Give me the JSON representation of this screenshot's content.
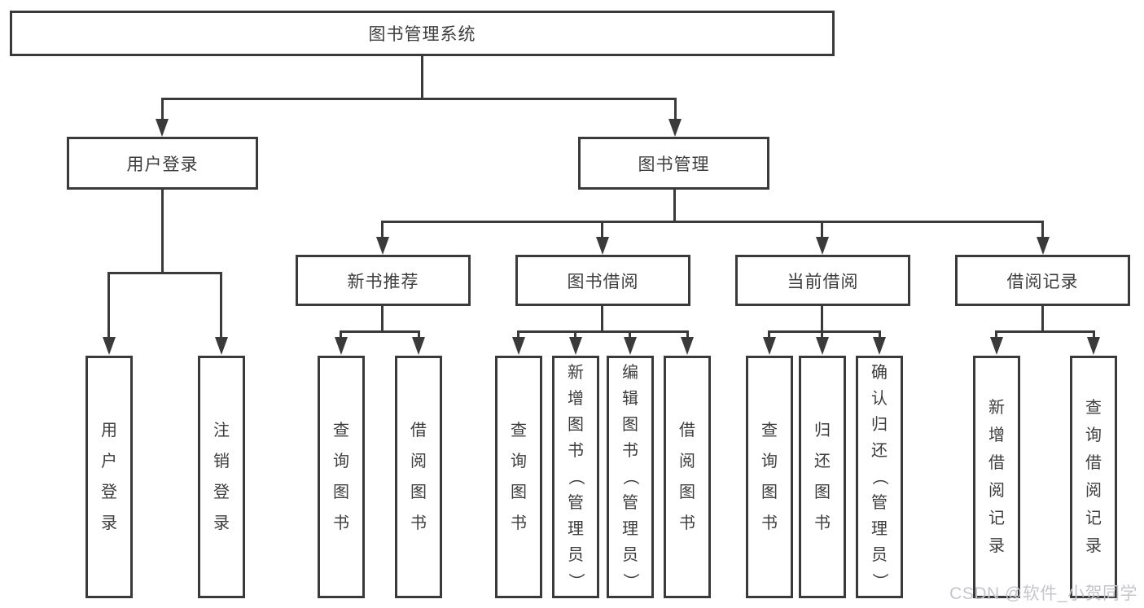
{
  "tree": {
    "root": "图书管理系统",
    "level2": [
      "用户登录",
      "图书管理"
    ],
    "level3": [
      "新书推荐",
      "图书借阅",
      "当前借阅",
      "借阅记录"
    ],
    "leaves": {
      "login": [
        "用户登录",
        "注销登录"
      ],
      "recommend": [
        "查询图书",
        "借阅图书"
      ],
      "borrow": [
        "查询图书",
        "新增图书（管理员）",
        "编辑图书（管理员）",
        "借阅图书"
      ],
      "current": [
        "查询图书",
        "归还图书",
        "确认归还（管理员）"
      ],
      "records": [
        "新增借阅记录",
        "查询借阅记录"
      ]
    }
  },
  "watermark": "CSDN @软件_小贺同学",
  "colors": {
    "line": "#3a3a3a",
    "text": "#3d3d3d",
    "watermark": "#c5c5cb",
    "background": "#ffffff"
  }
}
